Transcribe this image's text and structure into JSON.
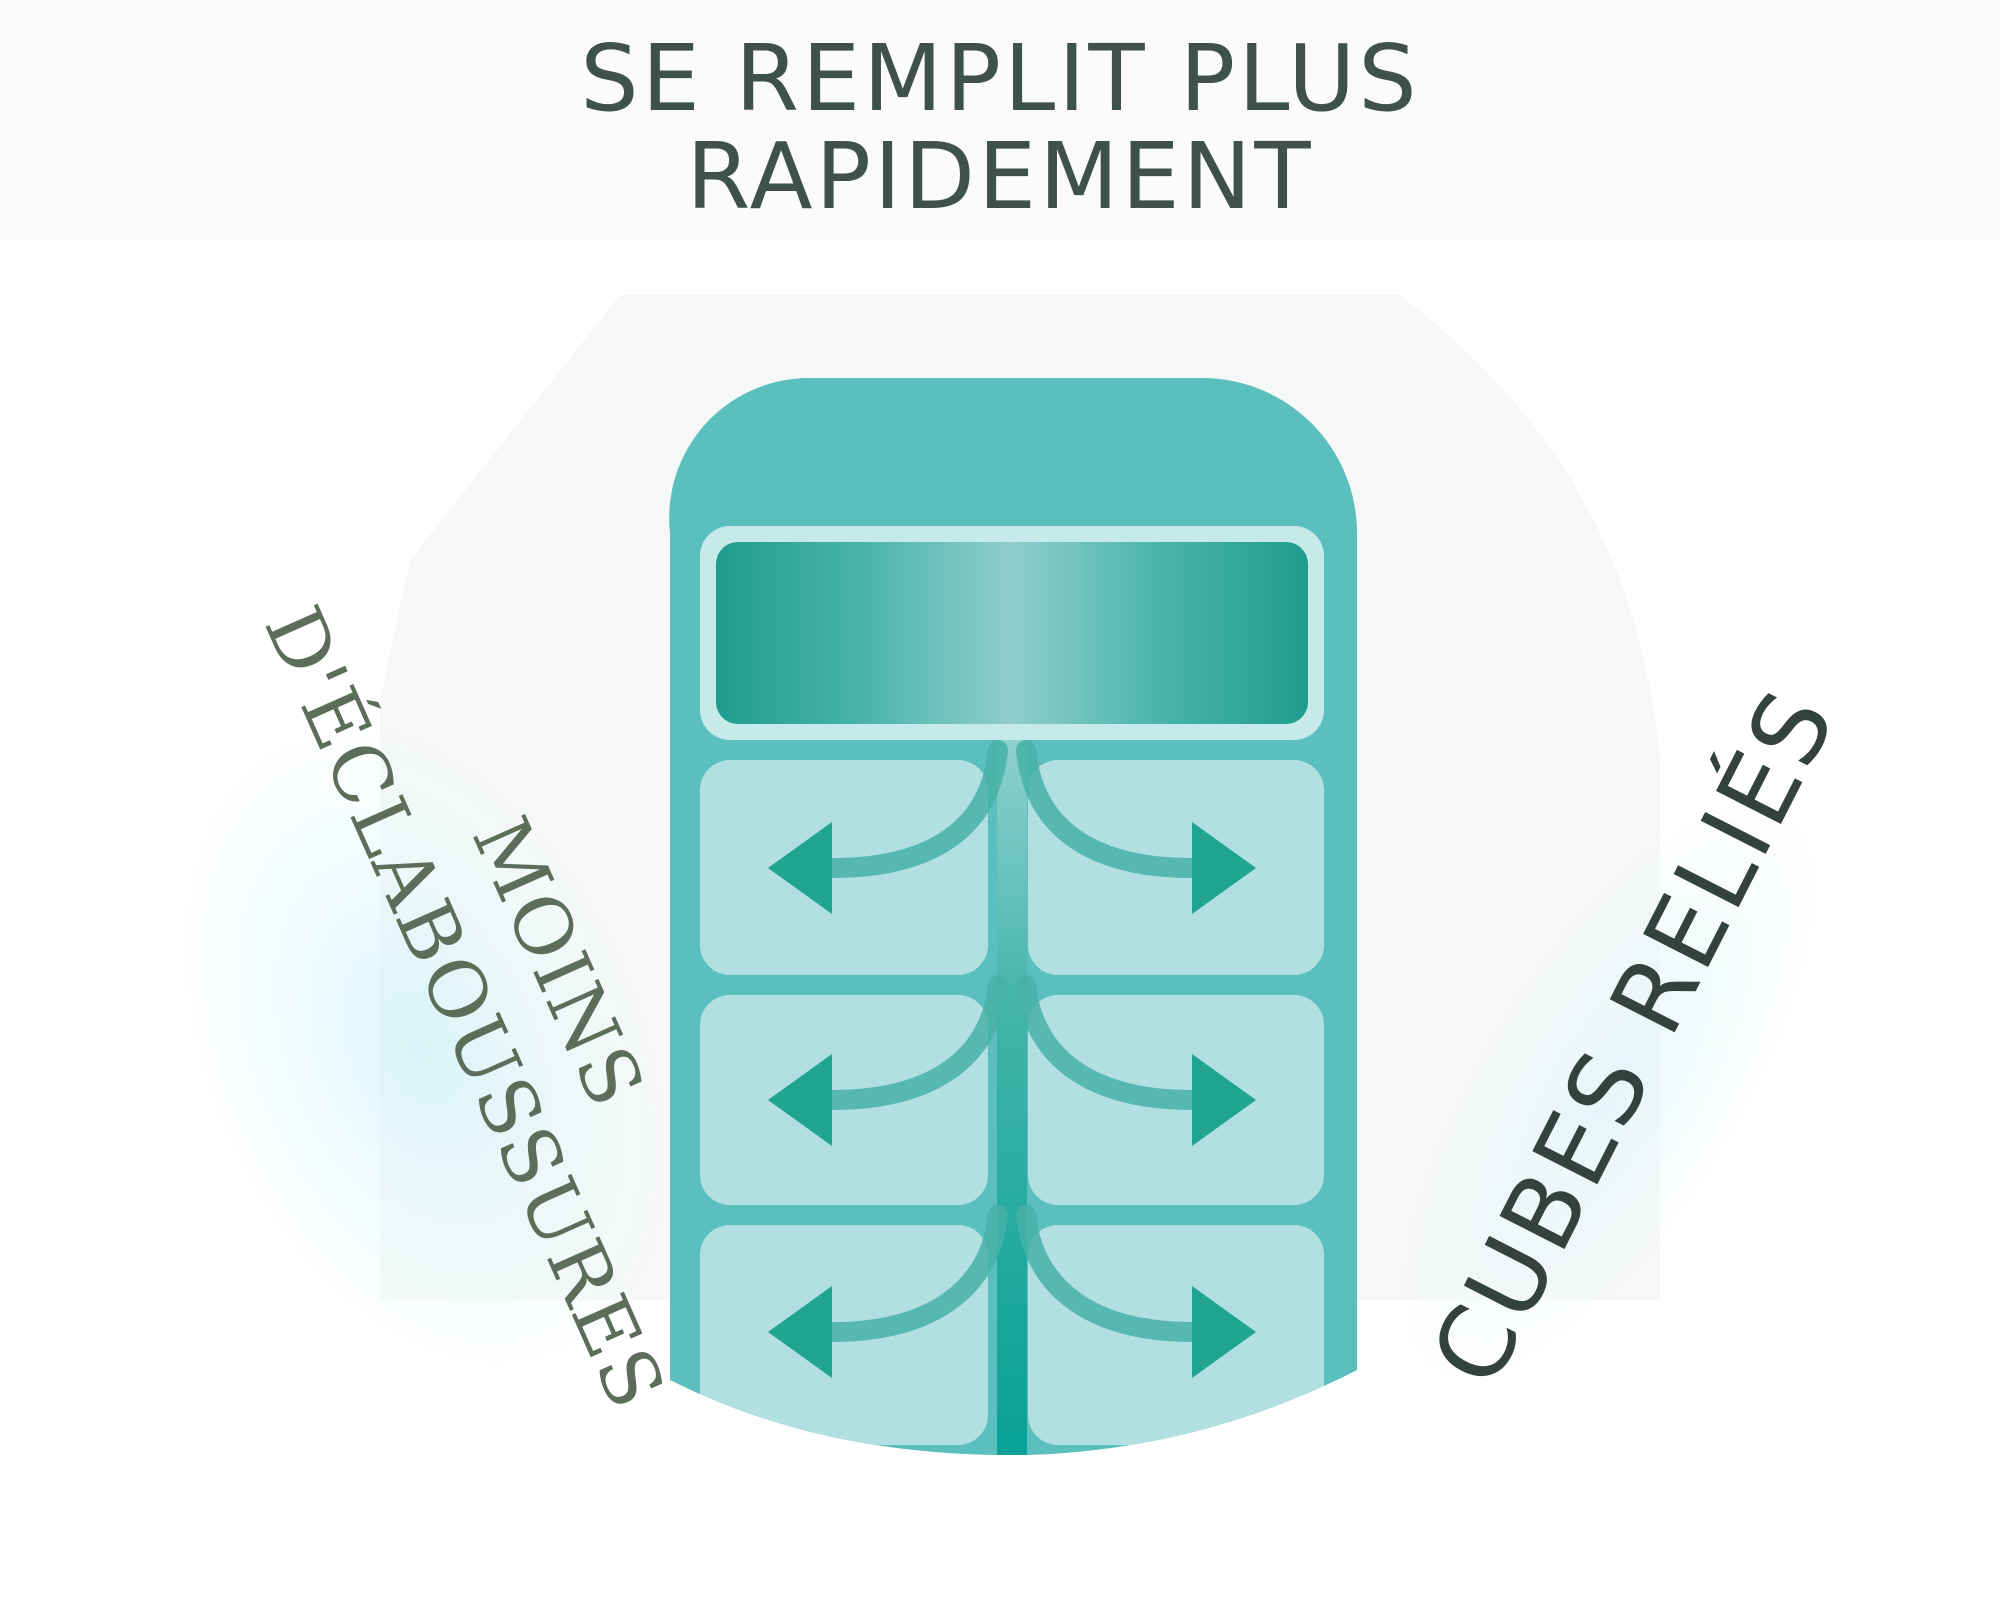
{
  "labels": {
    "top_line1": "SE REMPLIT PLUS",
    "top_line2": "RAPIDEMENT",
    "left_line1": "MOINS",
    "left_line2": "D'ÉCLABOUSSURES",
    "right": "CUBES RELIÉS"
  },
  "colors": {
    "tray_teal": "#5bbfbe",
    "cube_fill": "#b2dfe2",
    "reservoir_dark": "#2ca89b",
    "arrow_teal": "#20a592",
    "channel": "#0aa597",
    "top_text": "#3e524a",
    "left_text": "#5c6e5a",
    "right_text": "#34423d"
  },
  "icons": {
    "tray": "ice-cube-tray-icon",
    "arrows": "flow-arrow-icon"
  }
}
